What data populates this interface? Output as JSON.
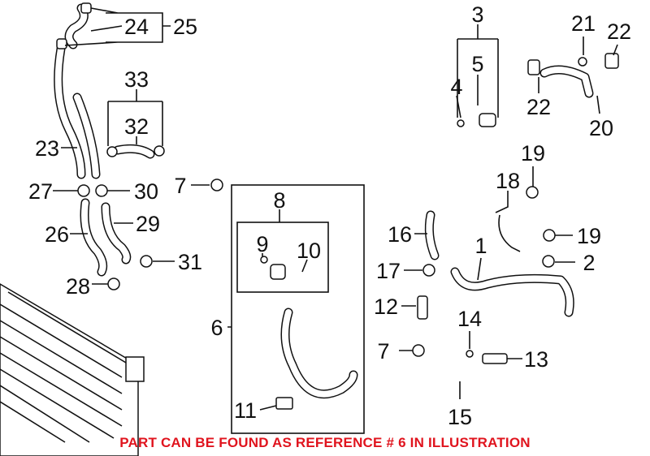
{
  "diagram": {
    "callouts": [
      "24",
      "25",
      "3",
      "5",
      "4",
      "21",
      "22",
      "22",
      "20",
      "33",
      "32",
      "23",
      "7",
      "27",
      "30",
      "8",
      "19",
      "18",
      "29",
      "26",
      "16",
      "19",
      "9",
      "10",
      "1",
      "31",
      "17",
      "2",
      "28",
      "12",
      "14",
      "6",
      "7",
      "13",
      "11",
      "15"
    ],
    "note": "PART CAN BE FOUND AS REFERENCE # 6 IN ILLUSTRATION",
    "colors": {
      "note": "#e0141e",
      "lines": "#111111"
    }
  }
}
